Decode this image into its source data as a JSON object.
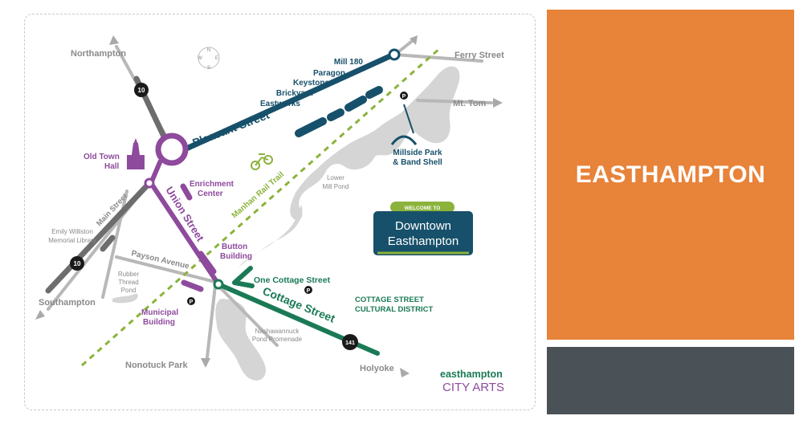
{
  "panel": {
    "title": "EASTHAMPTON"
  },
  "compass": {
    "n": "N",
    "s": "S",
    "e": "E",
    "w": "W"
  },
  "places": {
    "northampton": "Northampton",
    "southampton": "Southampton",
    "nonotuck_park": "Nonotuck Park",
    "holyoke": "Holyoke",
    "ferry_street": "Ferry  Street",
    "mt_tom": "Mt. Tom",
    "main_street": "Main Street",
    "payson_avenue": "Payson Avenue",
    "lower_mill_pond_1": "Lower",
    "lower_mill_pond_2": "Mill Pond",
    "rubber_thread_1": "Rubber",
    "rubber_thread_2": "Thread",
    "rubber_thread_3": "Pond",
    "library_1": "Emily Williston",
    "library_2": "Memorial Library",
    "promenade_1": "Nashawannuck",
    "promenade_2": "Pond Promenade"
  },
  "streets": {
    "pleasant": "Pleasant Street",
    "union": "Union Street",
    "cottage": "Cottage Street",
    "rail_trail": "Manhan Rail Trail"
  },
  "mills": [
    "Mill 180",
    "Paragon",
    "Keystone",
    "Brickyard",
    "Eastworks"
  ],
  "landmarks": {
    "old_town_hall_1": "Old Town",
    "old_town_hall_2": "Hall",
    "enrichment_1": "Enrichment",
    "enrichment_2": "Center",
    "button_1": "Button",
    "button_2": "Building",
    "municipal_1": "Municipal",
    "municipal_2": "Building",
    "millside_1": "Millside Park",
    "millside_2": "& Band Shell",
    "one_cottage": "One Cottage Street",
    "district_1": "COTTAGE STREET",
    "district_2": "CULTURAL DISTRICT"
  },
  "routes": {
    "r10_north": "10",
    "r10_south": "10",
    "r141": "141"
  },
  "parking": "P",
  "sign": {
    "welcome": "WELCOME TO",
    "line1": "Downtown",
    "line2": "Easthampton"
  },
  "logo": {
    "line1": "easthampton",
    "line2": "CITY ARTS"
  },
  "colors": {
    "pleasant_street": "#17506a",
    "union_street": "#8e4a9c",
    "cottage_street": "#1a7a55",
    "rail_trail": "#8bb33c",
    "orange_panel": "#e8833a",
    "gray_panel": "#4a5157"
  }
}
